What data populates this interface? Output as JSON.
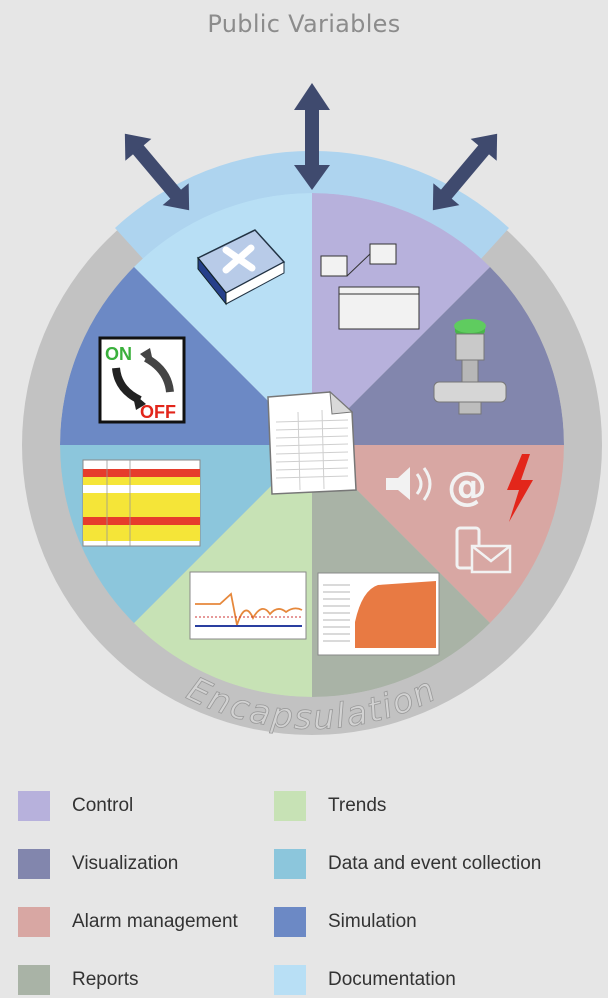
{
  "title": "Public Variables",
  "ring_label": "Encapsulation",
  "colors": {
    "background": "#e6e6e6",
    "ring": "#c2c2c2",
    "public_band": "#aed4ef",
    "arrow": "#3f4a6e",
    "encapsulation_text": "#d2d2d2"
  },
  "segments": [
    {
      "key": "documentation",
      "color": "#b8dff5",
      "icon": "manual-book-icon"
    },
    {
      "key": "control",
      "color": "#b7b1dc",
      "icon": "function-block-icon"
    },
    {
      "key": "visualization",
      "color": "#8286ad",
      "icon": "valve-icon"
    },
    {
      "key": "alarm",
      "color": "#d8a7a3",
      "icon": "alarm-notification-icon"
    },
    {
      "key": "reports",
      "color": "#a9b3a6",
      "icon": "report-chart-icon"
    },
    {
      "key": "trends",
      "color": "#c7e2b5",
      "icon": "trend-chart-icon"
    },
    {
      "key": "data",
      "color": "#8cc6dc",
      "icon": "event-log-icon"
    },
    {
      "key": "simulation",
      "color": "#6c89c5",
      "icon": "on-off-switch-icon"
    }
  ],
  "alarm_at_symbol": "@",
  "switch_on": "ON",
  "switch_off": "OFF",
  "legend": {
    "left": [
      {
        "label": "Control",
        "color": "#b7b1dc"
      },
      {
        "label": "Visualization",
        "color": "#8286ad"
      },
      {
        "label": "Alarm management",
        "color": "#d8a7a3"
      },
      {
        "label": "Reports",
        "color": "#a9b3a6"
      }
    ],
    "right": [
      {
        "label": "Trends",
        "color": "#c7e2b5"
      },
      {
        "label": "Data and event collection",
        "color": "#8cc6dc"
      },
      {
        "label": "Simulation",
        "color": "#6c89c5"
      },
      {
        "label": "Documentation",
        "color": "#b8dff5"
      }
    ]
  }
}
